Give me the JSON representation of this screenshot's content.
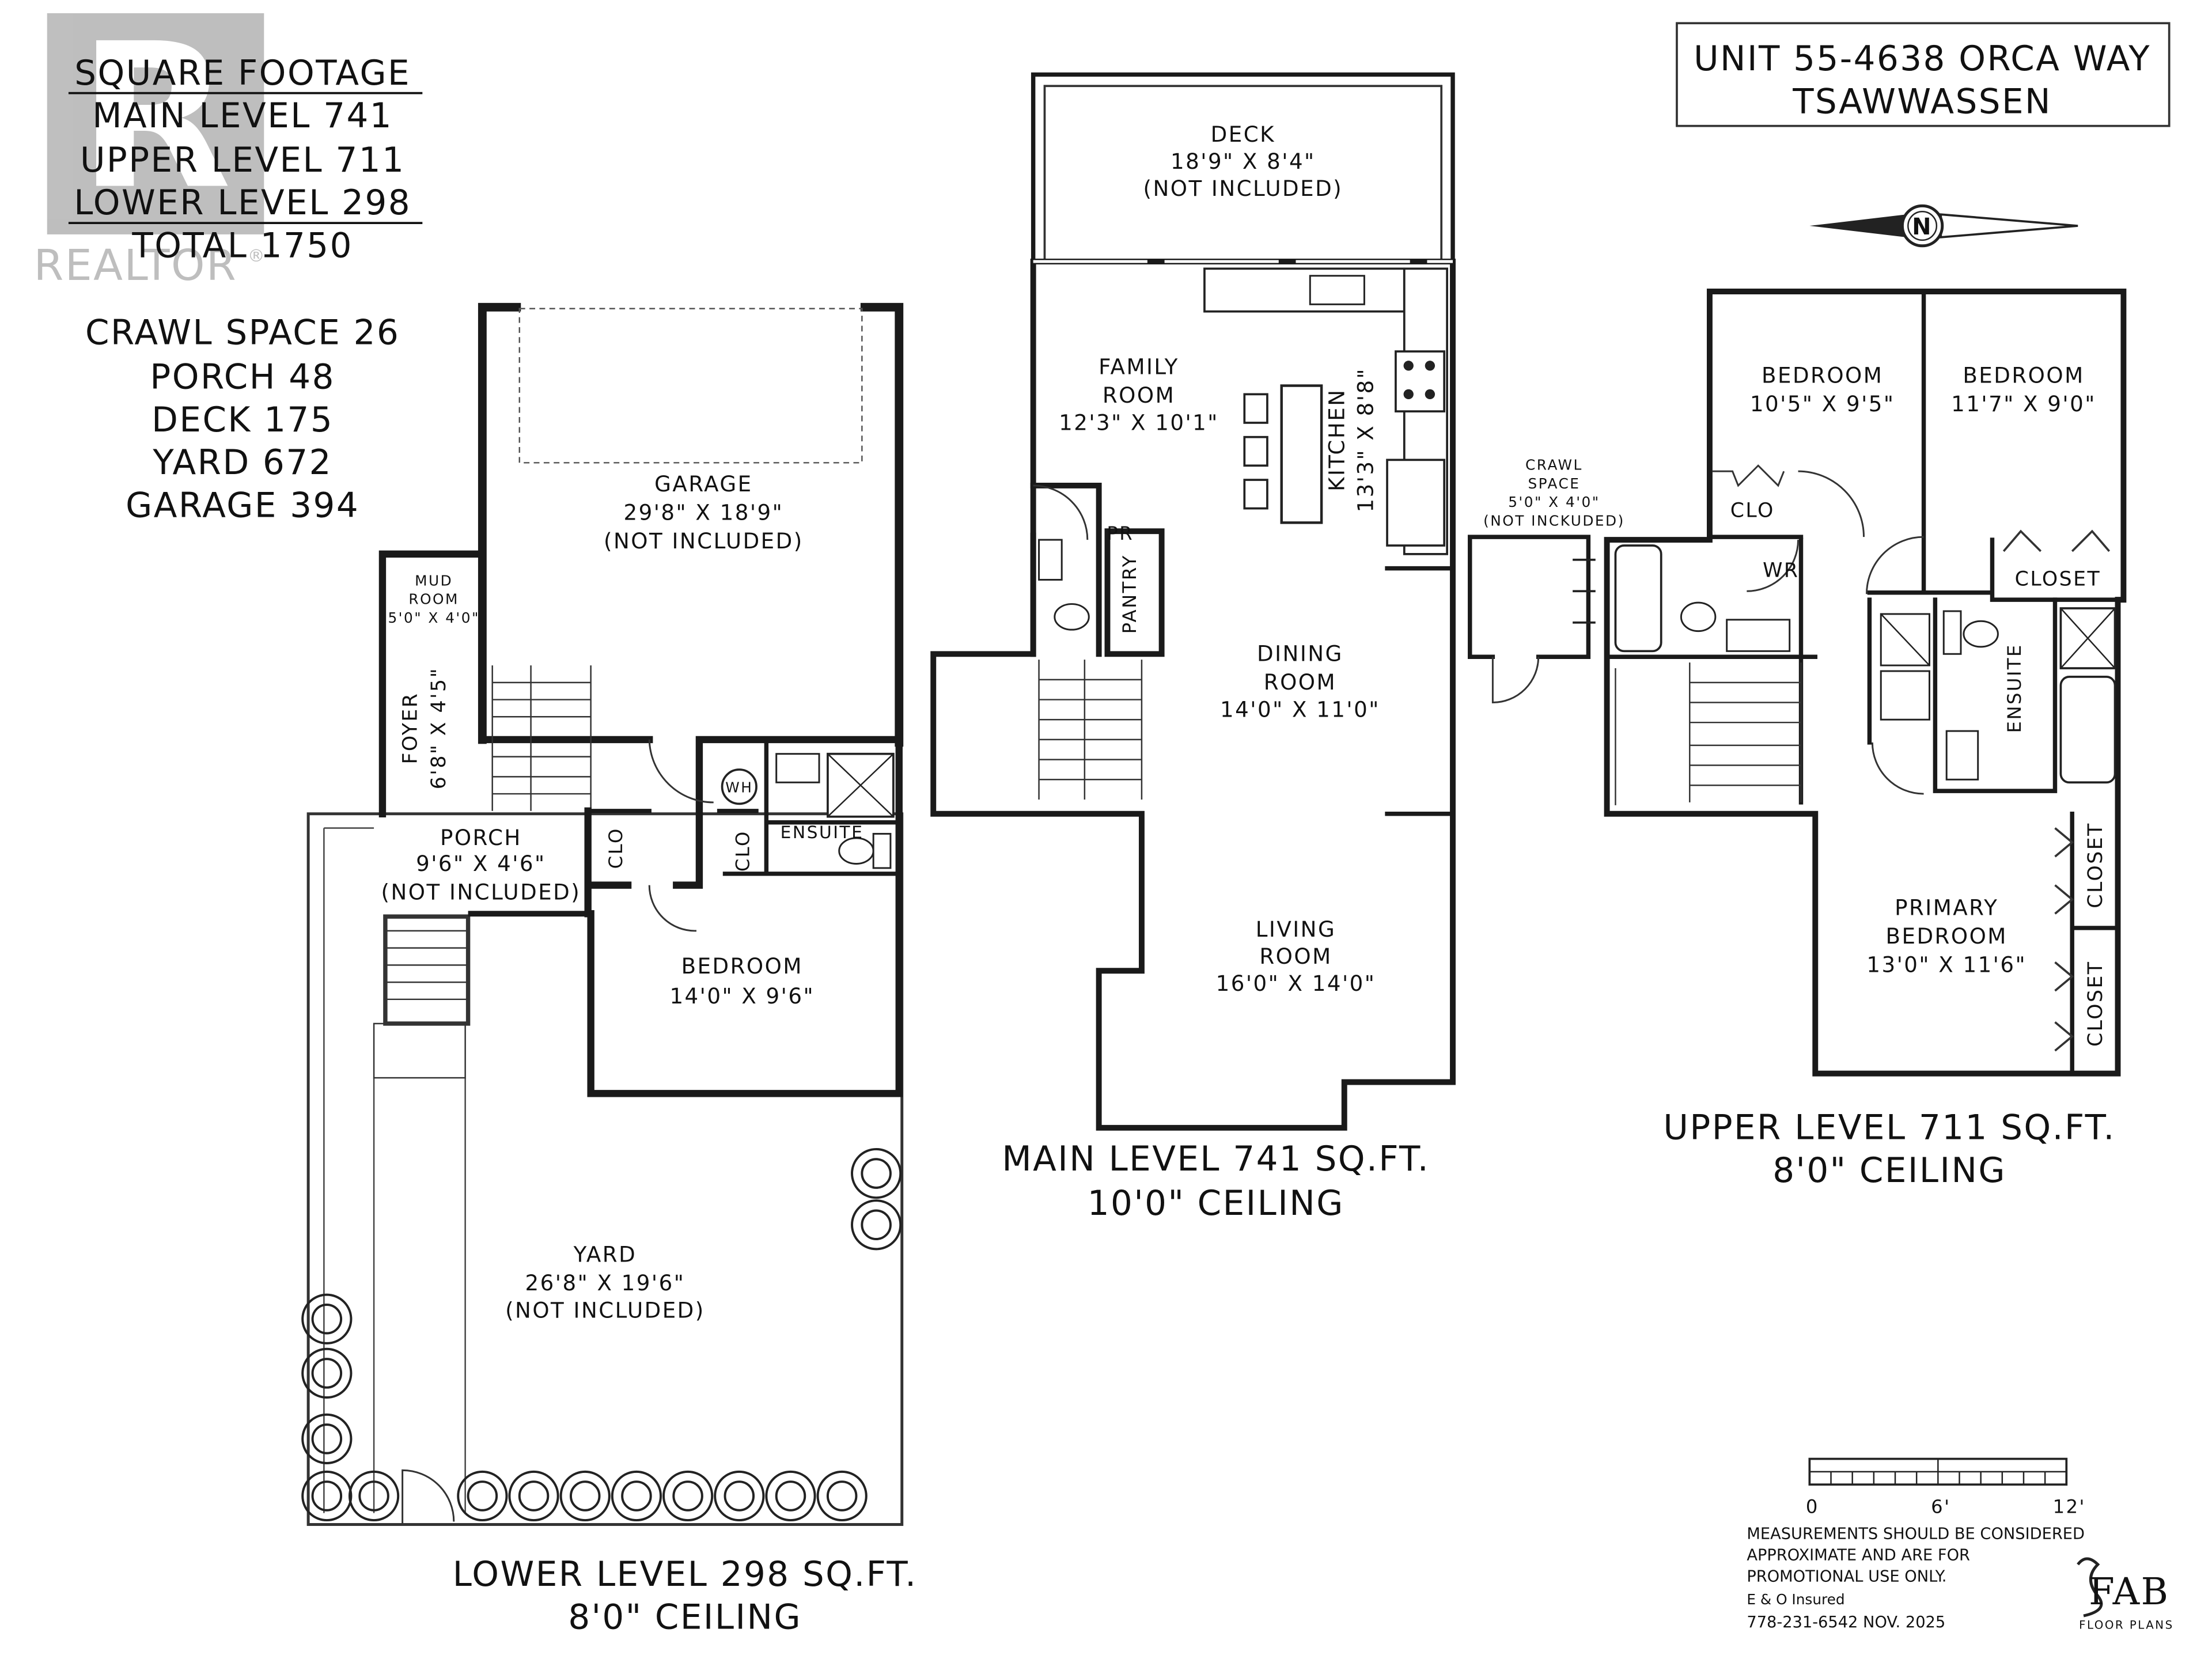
{
  "watermark": {
    "brand": "REALTOR",
    "registered": "®",
    "logo_letter": "R"
  },
  "summary": {
    "header": "SQUARE FOOTAGE",
    "levels": [
      "MAIN LEVEL 741",
      "UPPER LEVEL 711",
      "LOWER LEVEL 298"
    ],
    "total": "TOTAL 1750",
    "extras": [
      "CRAWL SPACE 26",
      "PORCH 48",
      "DECK 175",
      "YARD 672",
      "GARAGE 394"
    ]
  },
  "address": {
    "line1": "UNIT 55-4638 ORCA WAY",
    "line2": "TSAWWASSEN"
  },
  "compass": {
    "letter": "N"
  },
  "levels": {
    "lower": {
      "caption": "LOWER LEVEL 298 SQ.FT.",
      "ceiling": "8'0\" CEILING",
      "rooms": {
        "garage": {
          "name": "GARAGE",
          "dims": "29'8\" X 18'9\"",
          "note": "(NOT INCLUDED)"
        },
        "mud": {
          "name1": "MUD",
          "name2": "ROOM",
          "dims": "5'0\" X 4'0\""
        },
        "foyer": {
          "name": "FOYER",
          "dims": "6'8\" X 4'5\""
        },
        "porch": {
          "name": "PORCH",
          "dims": "9'6\" X 4'6\"",
          "note": "(NOT INCLUDED)"
        },
        "bedroom": {
          "name": "BEDROOM",
          "dims": "14'0\" X 9'6\""
        },
        "ensuite": {
          "name": "ENSUITE"
        },
        "clo1": "CLO",
        "clo2": "CLO",
        "wh": "WH",
        "yard": {
          "name": "YARD",
          "dims": "26'8\" X 19'6\"",
          "note": "(NOT INCLUDED)"
        }
      }
    },
    "main": {
      "caption": "MAIN LEVEL 741 SQ.FT.",
      "ceiling": "10'0\" CEILING",
      "rooms": {
        "deck": {
          "name": "DECK",
          "dims": "18'9\" X 8'4\"",
          "note": "(NOT INCLUDED)"
        },
        "family": {
          "name1": "FAMILY",
          "name2": "ROOM",
          "dims": "12'3\" X 10'1\""
        },
        "kitchen": {
          "name": "KITCHEN",
          "dims": "13'3\" X 8'8\""
        },
        "pr": "PR",
        "pantry": "PANTRY",
        "dining": {
          "name1": "DINING",
          "name2": "ROOM",
          "dims": "14'0\" X 11'0\""
        },
        "living": {
          "name1": "LIVING",
          "name2": "ROOM",
          "dims": "16'0\" X 14'0\""
        }
      }
    },
    "upper": {
      "caption": "UPPER LEVEL 711 SQ.FT.",
      "ceiling": "8'0\" CEILING",
      "rooms": {
        "crawl": {
          "name1": "CRAWL",
          "name2": "SPACE",
          "dims": "5'0\" X 4'0\"",
          "note": "(NOT INCKUDED)"
        },
        "bedroom1": {
          "name": "BEDROOM",
          "dims": "10'5\" X 9'5\""
        },
        "bedroom2": {
          "name": "BEDROOM",
          "dims": "11'7\" X 9'0\""
        },
        "clo": "CLO",
        "wr": "WR",
        "closet_top": "CLOSET",
        "ensuite": "ENSUITE",
        "primary": {
          "name1": "PRIMARY",
          "name2": "BEDROOM",
          "dims": "13'0\" X 11'6\""
        },
        "closet_a": "CLOSET",
        "closet_b": "CLOSET"
      }
    }
  },
  "scale": {
    "ticks": [
      "0",
      "6'",
      "12'"
    ]
  },
  "disclaimer": {
    "lines": [
      "MEASUREMENTS SHOULD BE CONSIDERED",
      "APPROXIMATE AND ARE FOR",
      "PROMOTIONAL USE ONLY."
    ],
    "insured": "E & O Insured",
    "contact": "778-231-6542  NOV. 2025"
  },
  "logo": {
    "name": "FAB",
    "sub": "FLOOR PLANS"
  }
}
